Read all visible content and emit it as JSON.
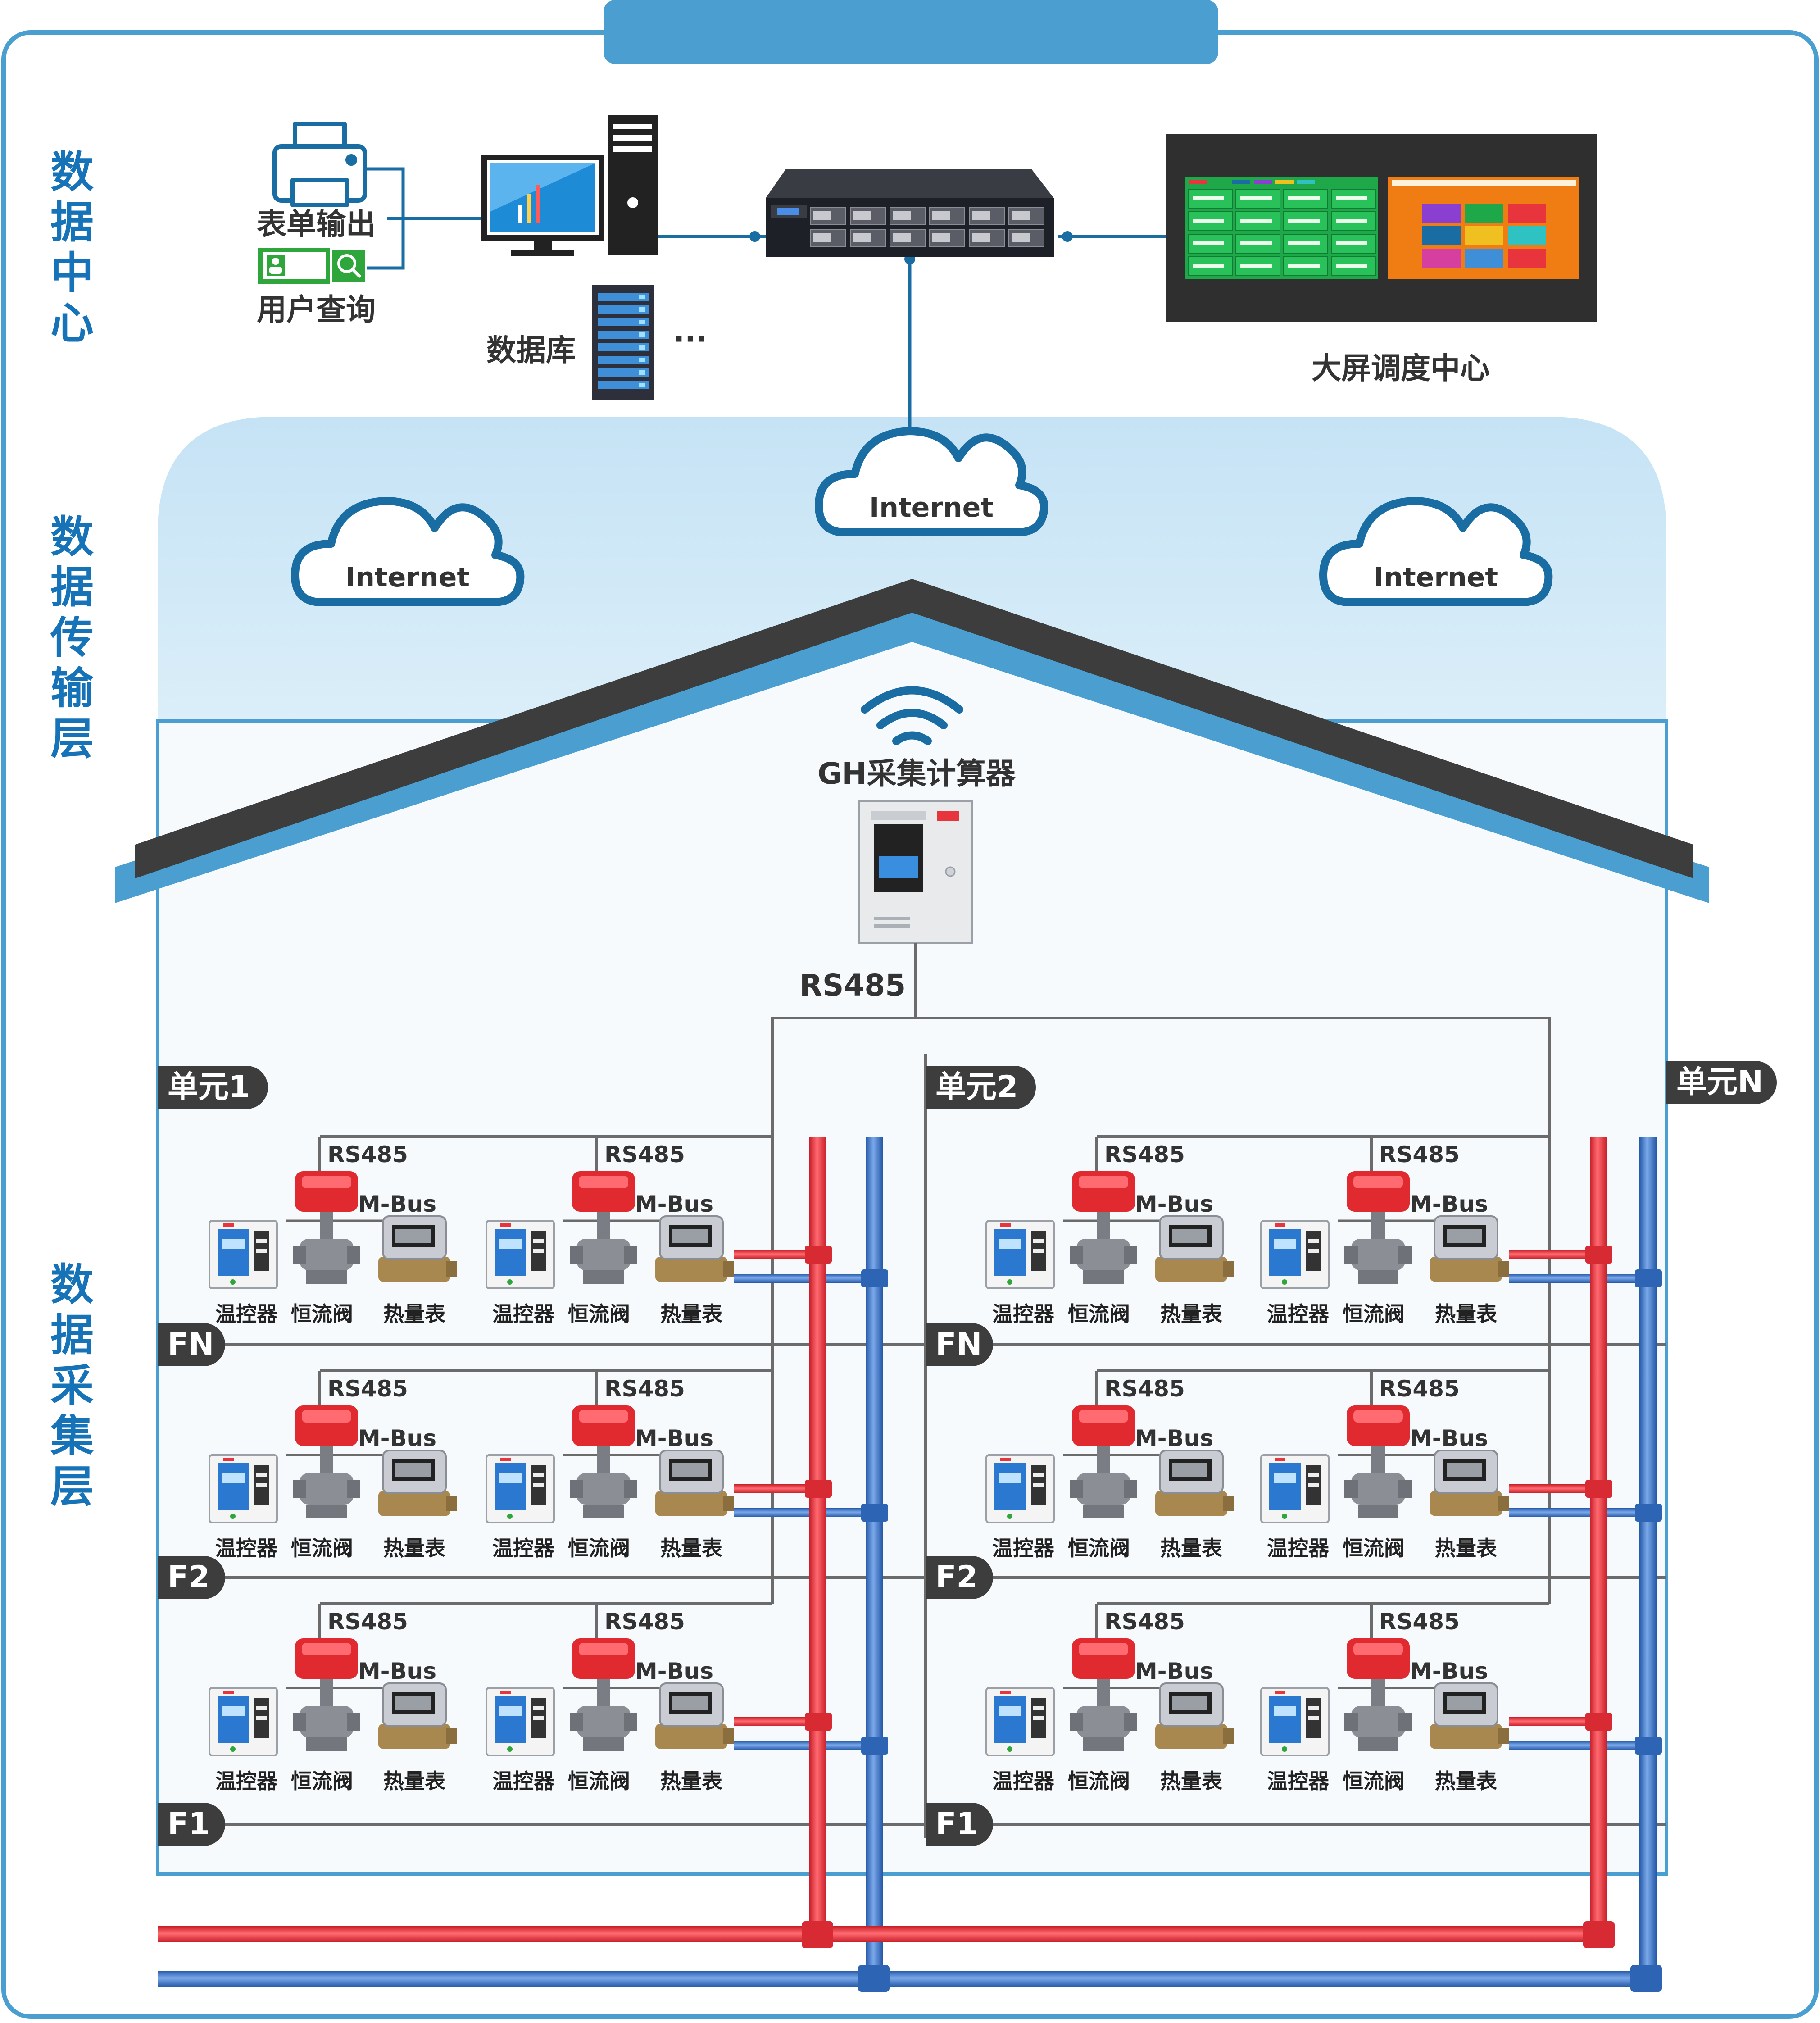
{
  "header": {
    "title": ""
  },
  "layers": {
    "center": [
      "数",
      "据",
      "中",
      "心"
    ],
    "transport": [
      "数",
      "据",
      "传",
      "输",
      "层"
    ],
    "collection": [
      "数",
      "据",
      "采",
      "集",
      "层"
    ]
  },
  "datacenter": {
    "form_output": "表单输出",
    "user_query": "用户查询",
    "database": "数据库",
    "ellipsis": "···",
    "big_screen": "大屏调度中心"
  },
  "clouds": {
    "label": "Internet"
  },
  "collector": {
    "name": "GH采集计算器",
    "bus": "RS485"
  },
  "units": {
    "u1": "单元1",
    "u2": "单元2",
    "un": "单元N"
  },
  "floors": {
    "fn": "FN",
    "f2": "F2",
    "f1": "F1"
  },
  "bus": {
    "rs485": "RS485",
    "mbus": "M-Bus"
  },
  "devices": {
    "thermostat": "温控器",
    "valve": "恒流阀",
    "meter": "热量表"
  },
  "colors": {
    "frame": "#4a9fd0",
    "sky": "#d4ebf8",
    "roof": "#3d3d3d",
    "label_blue": "#1773b8",
    "hot": "#e8343c",
    "cold": "#3b74c4",
    "bus": "#6b6b6b",
    "screen_green": "#1fa84a",
    "screen_orange": "#f07d14"
  }
}
